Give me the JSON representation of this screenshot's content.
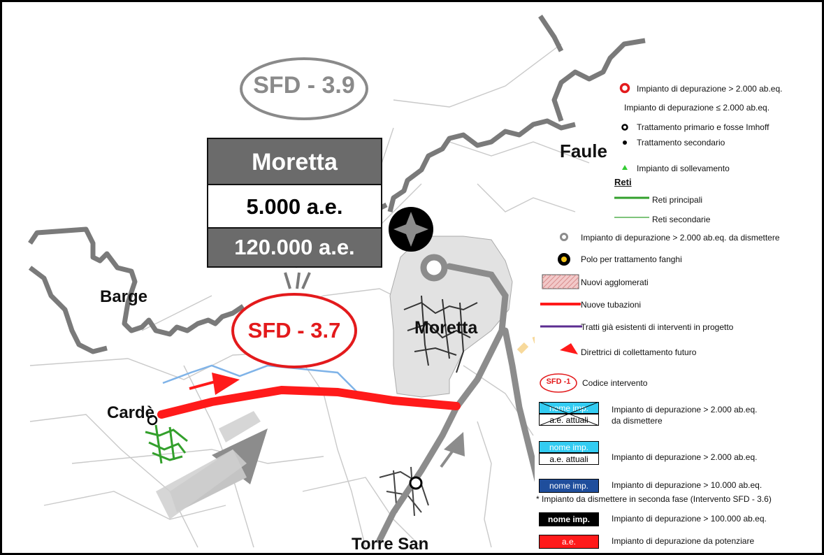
{
  "callout": {
    "title": "Moretta",
    "current": "5.000 a.e.",
    "future": "120.000 a.e."
  },
  "interventions": [
    {
      "code": "SFD - 3.9",
      "color": "#8a8a8a"
    },
    {
      "code": "SFD - 3.7",
      "color": "#e31a1c"
    }
  ],
  "places": [
    "Barge",
    "Cardè",
    "Moretta",
    "Faule",
    "Torre San"
  ],
  "legend_top": {
    "items": [
      "Impianto di depurazione > 2.000 ab.eq.",
      "Impianto di depurazione ≤ 2.000 ab.eq.",
      "Trattamento primario e fosse Imhoff",
      "Trattamento secondario",
      "Impianto di sollevamento"
    ],
    "networks_heading": "Reti",
    "networks": [
      "Reti principali",
      "Reti secondarie"
    ]
  },
  "legend_bottom": {
    "items": [
      "Impianto di depurazione > 2.000 ab.eq. da dismettere",
      "Polo per trattamento fanghi",
      "Nuovi agglomerati",
      "Nuove tubazioni",
      "Tratti già esistenti di interventi in progetto",
      "Direttrici di collettamento futuro",
      "Codice intervento"
    ],
    "code_sample": "SFD -1",
    "plant_boxes": [
      {
        "top": "nome imp.",
        "bottom": "a.e. attuali",
        "desc1": "Impianto di depurazione > 2.000 ab.eq.",
        "desc2": "da dismettere"
      },
      {
        "top": "nome imp.",
        "bottom": "a.e. attuali",
        "desc1": "Impianto di depurazione > 2.000 ab.eq.",
        "desc2": ""
      },
      {
        "top": "nome imp.",
        "bottom": "",
        "desc1": "Impianto di depurazione > 10.000 ab.eq.",
        "desc2": ""
      },
      {
        "top": "nome imp.",
        "bottom": "",
        "desc1": "Impianto di depurazione > 100.000 ab.eq.",
        "desc2": ""
      },
      {
        "top": "a.e.",
        "bottom": "",
        "desc1": "Impianto di depurazione da potenziare",
        "desc2": ""
      }
    ],
    "footnote": "* Impianto da dismettere in seconda fase (Intervento SFD - 3.6)"
  },
  "colors": {
    "new_pipe": "#ff1a1a",
    "sludge_pole": "#f5c518",
    "main_network": "#33a02c",
    "cyan_box": "#33ccf2",
    "navy_box": "#1f4e9c",
    "red_box": "#ff1a1a"
  }
}
